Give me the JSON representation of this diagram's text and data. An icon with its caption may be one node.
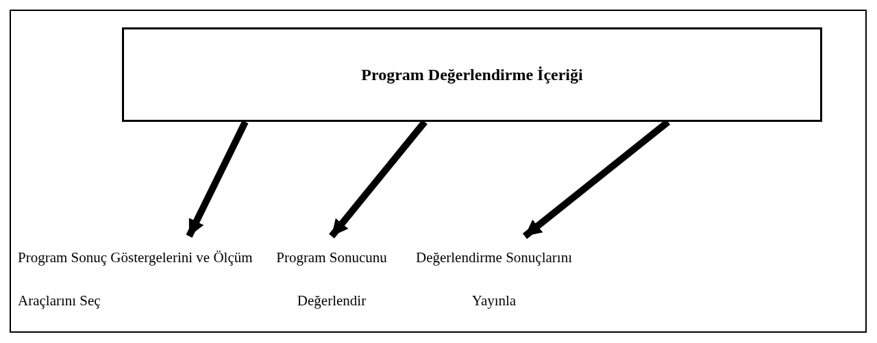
{
  "diagram": {
    "nodes": [
      {
        "text": [
          "Program Değerlendirme İçeriği"
        ]
      },
      {
        "text": [
          "Program Sonuç Göstergelerini ve Ölçüm Araçlarını Seç"
        ]
      },
      {
        "text": [
          "Program Sonucunu Değerlendir"
        ]
      },
      {
        "text": [
          "Değerlendirme Sonuçlarını Yayınla"
        ]
      }
    ],
    "edges": [
      {
        "from": 0,
        "to": 1,
        "arrow": "to"
      },
      {
        "from": 0,
        "to": 2,
        "arrow": "to"
      },
      {
        "from": 0,
        "to": 3,
        "arrow": "to"
      }
    ]
  }
}
